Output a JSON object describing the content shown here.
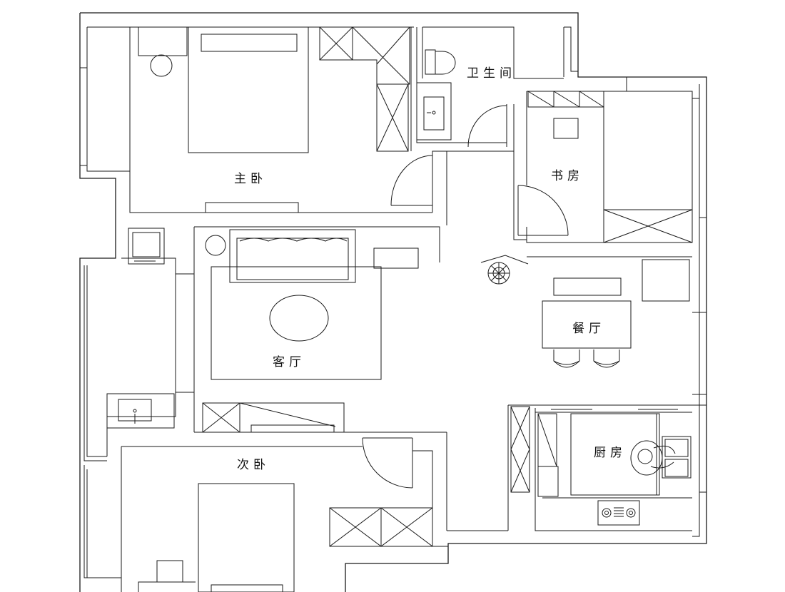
{
  "rooms": {
    "master_bedroom": "主卧",
    "bathroom": "卫生间",
    "study": "书房",
    "living_room": "客厅",
    "dining_room": "餐厅",
    "second_bedroom": "次卧",
    "kitchen": "厨房"
  },
  "colors": {
    "line": "#1a1a1a",
    "background": "#ffffff"
  },
  "icons": [
    "bed-icon",
    "toilet-icon",
    "sink-icon",
    "door-swing-icon",
    "sofa-icon",
    "coffee-table-icon",
    "tv-icon",
    "dining-table-icon",
    "chair-icon",
    "stove-icon",
    "spiral-stair-icon",
    "wardrobe-icon",
    "plant-icon"
  ]
}
